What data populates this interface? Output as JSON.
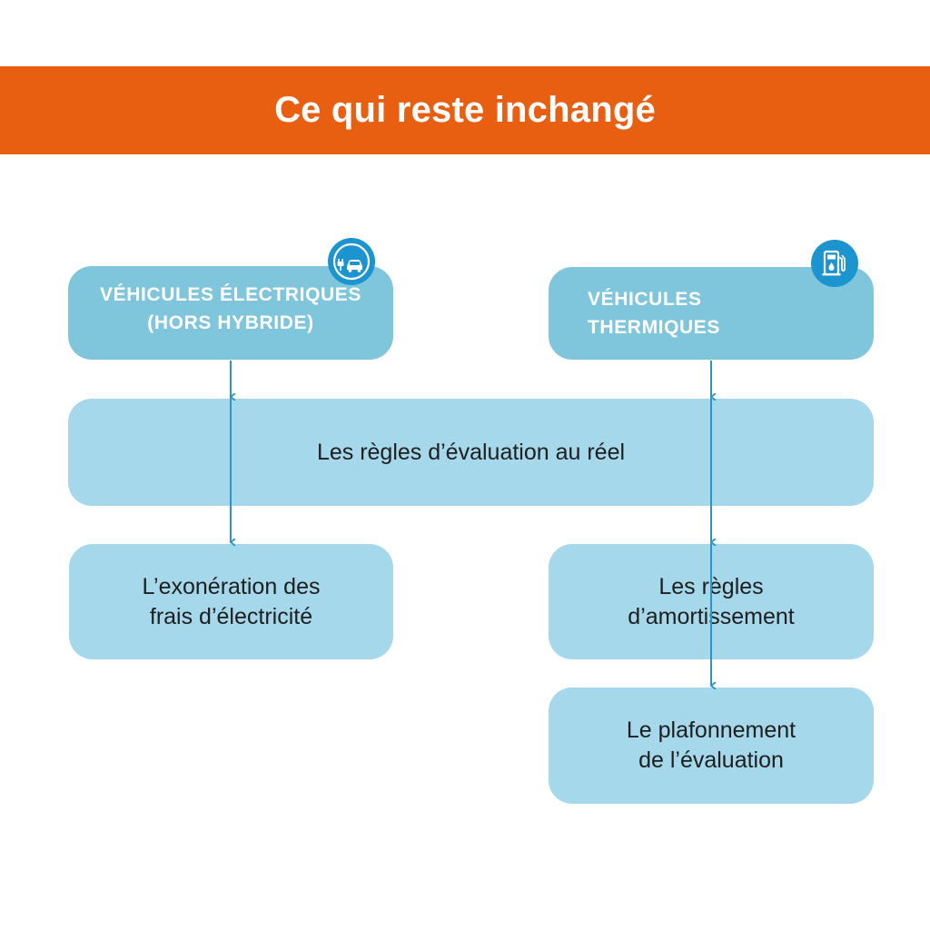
{
  "header": {
    "title": "Ce qui reste inchangé"
  },
  "categories": {
    "electric": {
      "line1": "VÉHICULES ÉLECTRIQUES",
      "line2": "(HORS HYBRIDE)",
      "icon": "ev-charging-car-icon"
    },
    "thermal": {
      "line1": "VÉHICULES",
      "line2": "THERMIQUES",
      "icon": "fuel-pump-icon"
    }
  },
  "shared_rule": {
    "text": "Les règles d’évaluation au réel"
  },
  "electric_rules": [
    {
      "line1": "L’exonération des",
      "line2": "frais d’électricité"
    }
  ],
  "thermal_rules": [
    {
      "line1": "Les règles",
      "line2": "d’amortissement"
    },
    {
      "line1": "Le plafonnement",
      "line2": "de l’évaluation"
    }
  ],
  "colors": {
    "banner": "#e95f12",
    "category_box": "#7fc6dc",
    "rule_box": "#a4d8ea",
    "icon_badge": "#1b94cf",
    "connector": "#2a95c7"
  }
}
